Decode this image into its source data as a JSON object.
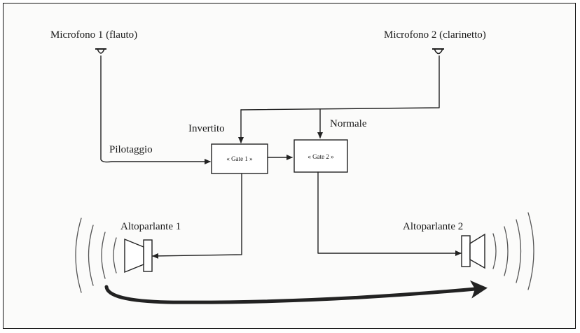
{
  "microphones": {
    "mic1": "Microfono 1 (flauto)",
    "mic2": "Microfono 2 (clarinetto)"
  },
  "signals": {
    "control": "Pilotaggio",
    "inverted": "Invertito",
    "normal": "Normale"
  },
  "gates": {
    "gate1": "« Gate 1 »",
    "gate2": "« Gate 2 »"
  },
  "speakers": {
    "speaker1": "Altoparlante 1",
    "speaker2": "Altoparlante 2"
  }
}
